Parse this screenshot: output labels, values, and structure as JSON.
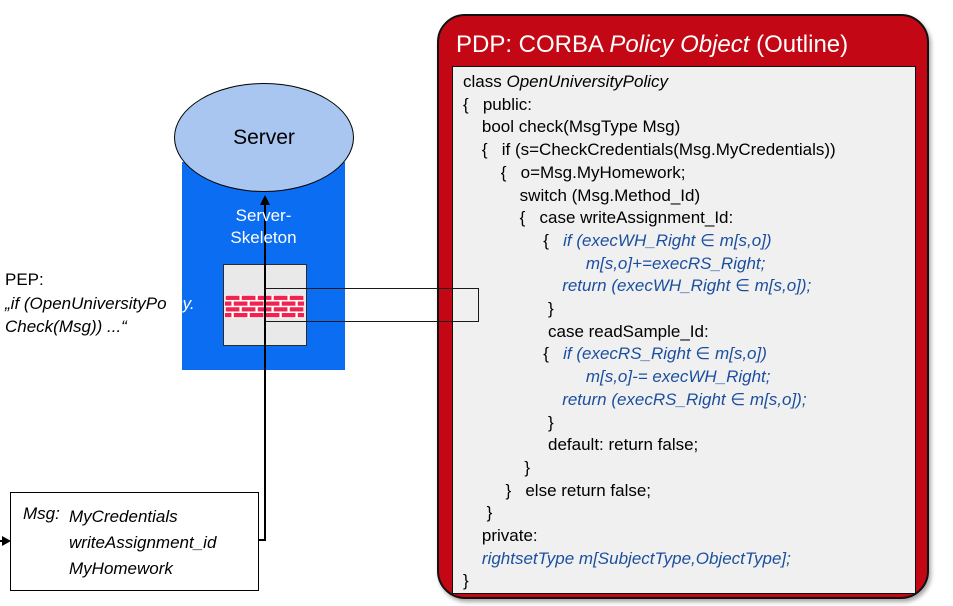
{
  "colors": {
    "pdp-red": "#C40714",
    "code-blue": "#1B4F9E",
    "skeleton-blue": "#0B6DF2",
    "ellipse-blue": "#A9C6F1",
    "brick-red": "#F2224E",
    "panel-gray": "#F0F0F0",
    "square-gray": "#E9E9E9"
  },
  "server": {
    "label": "Server",
    "skeleton_line1": "Server-",
    "skeleton_line2": "Skeleton"
  },
  "pep": {
    "label": "PEP:",
    "quote_line1_part1": "„if (OpenUniversityPo",
    "quote_line1_part2": "licy.",
    "quote_line2": "Check(Msg)) ...“"
  },
  "msg": {
    "label": "Msg:",
    "items": [
      "MyCredentials",
      "writeAssignment_id",
      "MyHomework"
    ]
  },
  "pdp": {
    "title": {
      "prefix": "PDP: CORBA ",
      "italic": "Policy Object",
      "suffix": " (Outline)"
    },
    "code_lines": [
      [
        {
          "t": "class ",
          "s": "p"
        },
        {
          "t": "OpenUniversityPolicy",
          "s": "i"
        }
      ],
      [
        {
          "t": "{   public:",
          "s": "p"
        }
      ],
      [
        {
          "t": "    bool check(MsgType Msg)",
          "s": "p"
        }
      ],
      [
        {
          "t": "    {   if (s=CheckCredentials(Msg.MyCredentials))",
          "s": "p"
        }
      ],
      [
        {
          "t": "        {   o=Msg.MyHomework;",
          "s": "p"
        }
      ],
      [
        {
          "t": "            switch (Msg.Method_Id)",
          "s": "p"
        }
      ],
      [
        {
          "t": "            {   case writeAssignment_Id:",
          "s": "p"
        }
      ],
      [
        {
          "t": "                 {   ",
          "s": "p"
        },
        {
          "t": "if (execWH_Right ∈ m[s,o])",
          "s": "b"
        }
      ],
      [
        {
          "t": "                          ",
          "s": "p"
        },
        {
          "t": "m[s,o]+=execRS_Right;",
          "s": "b"
        }
      ],
      [
        {
          "t": "                     ",
          "s": "p"
        },
        {
          "t": "return (execWH_Right ∈ m[s,o]);",
          "s": "b"
        }
      ],
      [
        {
          "t": "                  }",
          "s": "p"
        }
      ],
      [
        {
          "t": "                  case readSample_Id:",
          "s": "p"
        }
      ],
      [
        {
          "t": "                 {   ",
          "s": "p"
        },
        {
          "t": "if (execRS_Right ∈ m[s,o])",
          "s": "b"
        }
      ],
      [
        {
          "t": "                          ",
          "s": "p"
        },
        {
          "t": "m[s,o]-= execWH_Right;",
          "s": "b"
        }
      ],
      [
        {
          "t": "                     ",
          "s": "p"
        },
        {
          "t": "return (execRS_Right ∈ m[s,o]);",
          "s": "b"
        }
      ],
      [
        {
          "t": "                  }",
          "s": "p"
        }
      ],
      [
        {
          "t": "                  default: return false;",
          "s": "p"
        }
      ],
      [
        {
          "t": "             }",
          "s": "p"
        }
      ],
      [
        {
          "t": "         }   else return false;",
          "s": "p"
        }
      ],
      [
        {
          "t": "     }",
          "s": "p"
        }
      ],
      [
        {
          "t": "    private:",
          "s": "p"
        }
      ],
      [
        {
          "t": "    ",
          "s": "p"
        },
        {
          "t": "rightsetType m[SubjectType,ObjectType];",
          "s": "b"
        }
      ],
      [
        {
          "t": "}",
          "s": "p"
        }
      ]
    ]
  }
}
